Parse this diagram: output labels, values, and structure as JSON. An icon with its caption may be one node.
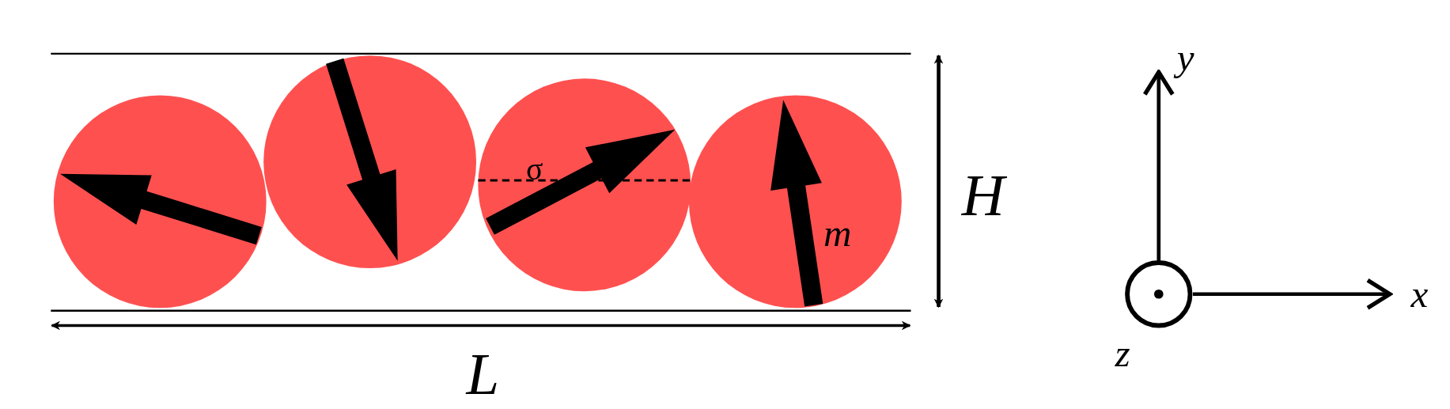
{
  "diagram": {
    "labels": [
      "y",
      "σ",
      "H",
      "m⃗",
      "x",
      "L",
      "z"
    ]
  }
}
